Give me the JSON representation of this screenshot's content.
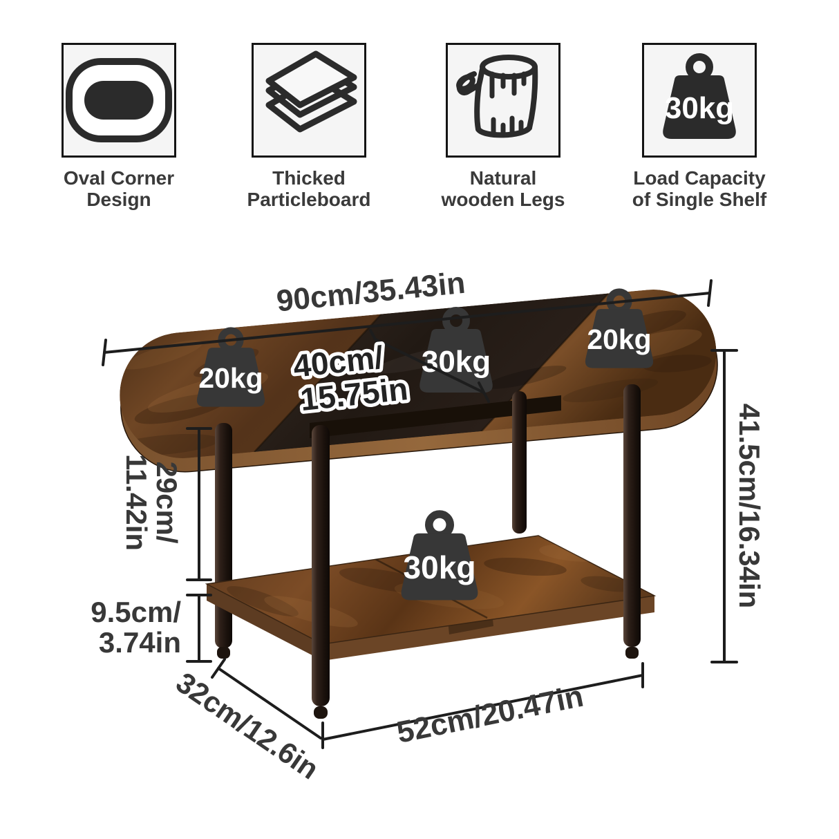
{
  "features": [
    {
      "line1": "Oval Corner",
      "line2": "Design"
    },
    {
      "line1": "Thicked",
      "line2": "Particleboard"
    },
    {
      "line1": "Natural",
      "line2": "wooden Legs"
    },
    {
      "line1": "Load Capacity",
      "line2": "of Single Shelf",
      "badge": "30kg"
    }
  ],
  "diagram": {
    "badges": {
      "top_left": "20kg",
      "top_center": "30kg",
      "top_right": "20kg",
      "shelf": "30kg"
    },
    "dims": {
      "top_width": "90cm/35.43in",
      "mid_width_l1": "40cm/",
      "mid_width_l2": "15.75in",
      "height": "41.5cm/16.34in",
      "clearance_l1": "29cm/",
      "clearance_l2": "11.42in",
      "floor_gap_l1": "9.5cm/",
      "floor_gap_l2": "3.74in",
      "depth": "32cm/12.6in",
      "shelf_width": "52cm/20.47in"
    }
  },
  "colors": {
    "icon": "#2b2b2b",
    "dim_line": "#1d1d1d",
    "dim_text": "#383838",
    "weight_fill": "#373737",
    "wood_base": "#6f4624",
    "wood_dark_section": "#241b15",
    "box_bg": "#f5f5f5"
  }
}
